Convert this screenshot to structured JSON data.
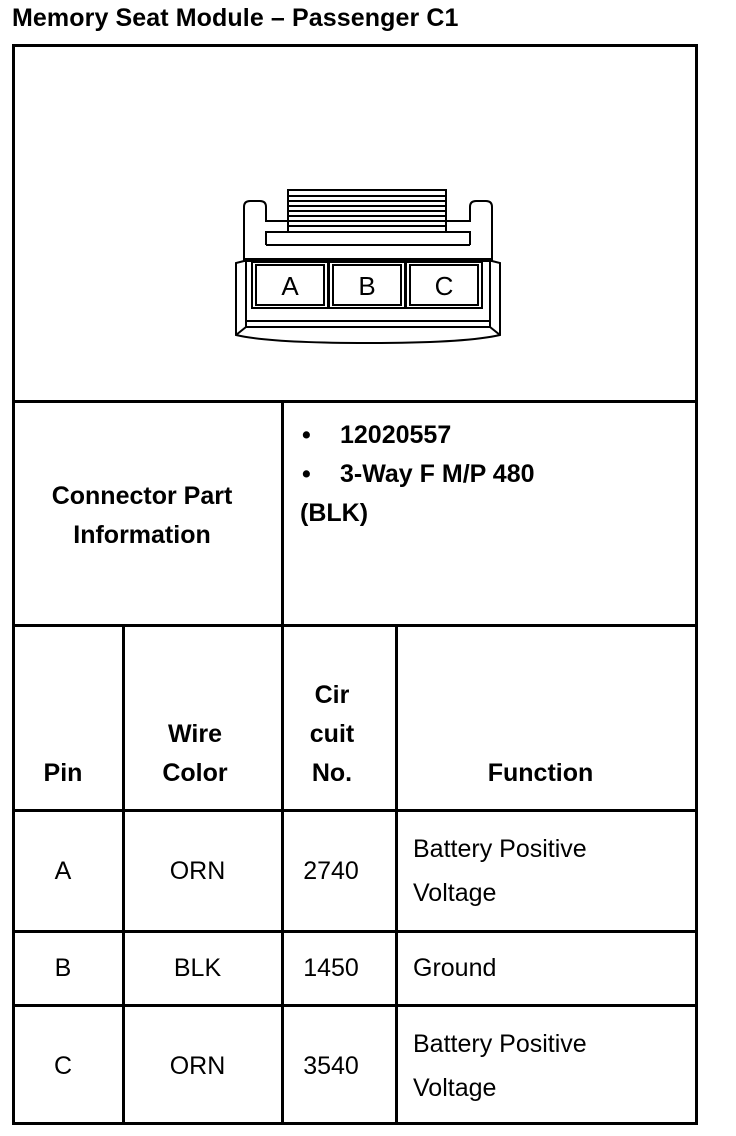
{
  "document": {
    "title": "Memory Seat Module – Passenger C1"
  },
  "connector_diagram": {
    "cavity_labels": [
      "A",
      "B",
      "C"
    ]
  },
  "part_info": {
    "label": "Connector Part Information",
    "items": [
      "12020557",
      "3-Way F M/P 480"
    ],
    "continuation": "(BLK)"
  },
  "pin_table": {
    "headers": {
      "pin": "Pin",
      "wire_color": "Wire Color",
      "circuit": "Cir cuit No.",
      "function": "Function"
    },
    "rows": [
      {
        "pin": "A",
        "wire_color": "ORN",
        "circuit": "2740",
        "function": "Battery Positive Voltage"
      },
      {
        "pin": "B",
        "wire_color": "BLK",
        "circuit": "1450",
        "function": "Ground"
      },
      {
        "pin": "C",
        "wire_color": "ORN",
        "circuit": "3540",
        "function": "Battery Positive Voltage"
      }
    ]
  }
}
